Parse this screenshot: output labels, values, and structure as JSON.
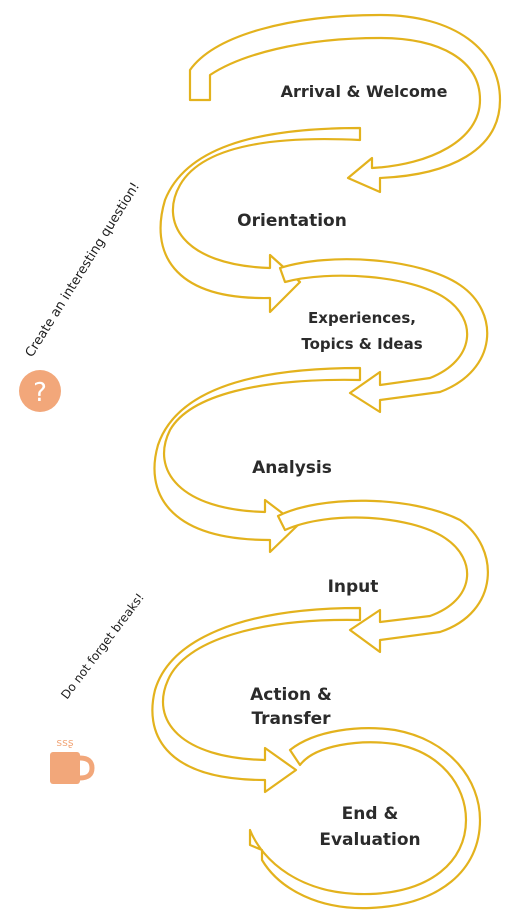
{
  "colors": {
    "outline": "#e3b21d",
    "accent": "#f2a77a",
    "text": "#2b2b2b"
  },
  "stages": [
    {
      "id": "arrival",
      "label": "Arrival & Welcome"
    },
    {
      "id": "orientation",
      "label": "Orientation"
    },
    {
      "id": "experiences",
      "line1": "Experiences,",
      "line2": "Topics & Ideas"
    },
    {
      "id": "analysis",
      "label": "Analysis"
    },
    {
      "id": "input",
      "label": "Input"
    },
    {
      "id": "action",
      "line1": "Action &",
      "line2": "Transfer"
    },
    {
      "id": "end",
      "line1": "End &",
      "line2": "Evaluation"
    }
  ],
  "side_notes": {
    "question_text": "Create an interesting question!",
    "question_icon": "question-mark-icon",
    "question_glyph": "?",
    "break_text": "Do not forget breaks!",
    "break_icon": "coffee-cup-icon",
    "steam_glyph": "ssʂ"
  }
}
